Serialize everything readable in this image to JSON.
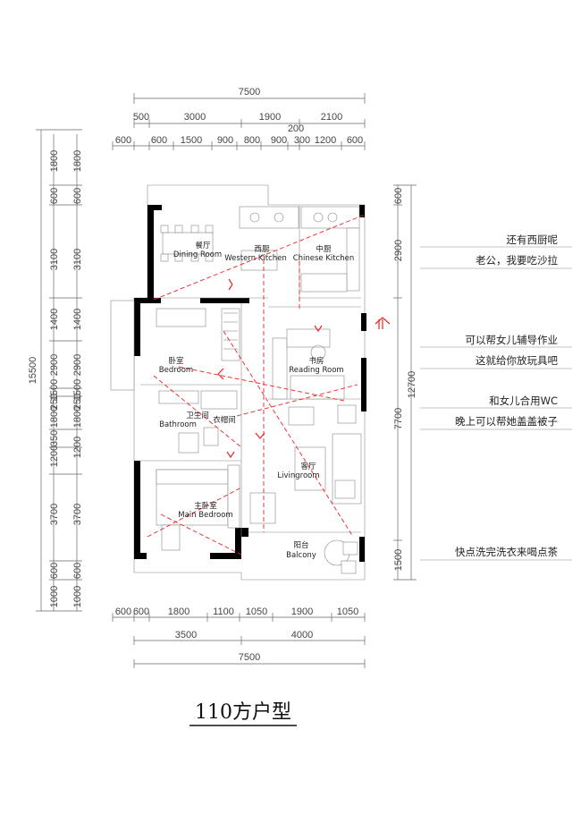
{
  "title": "110方户型",
  "dimensions": {
    "top_total": "7500",
    "top_mid": [
      "500",
      "3000",
      "1900",
      "2100"
    ],
    "top_mid_small": "200",
    "top_detail": [
      "600",
      "600",
      "1500",
      "900",
      "800",
      "900",
      "300",
      "1200",
      "600"
    ],
    "bottom_detail": [
      "600",
      "600",
      "1800",
      "1100",
      "1050",
      "1900",
      "1050"
    ],
    "bottom_mid": [
      "3500",
      "4000"
    ],
    "bottom_total": "7500",
    "left_total": "15500",
    "left_outer": [
      "1800",
      "600",
      "3100",
      "1400",
      "2900",
      "1500",
      "250",
      "1800",
      "350",
      "1200",
      "3700",
      "600",
      "1000"
    ],
    "left_inner": [
      "1800",
      "600",
      "3100",
      "1400",
      "2900",
      "1500",
      "250",
      "1800",
      "1200",
      "3700",
      "600",
      "1000"
    ],
    "right_inner": [
      "600",
      "2900",
      "7700",
      "1500"
    ],
    "right_outer": "12700"
  },
  "rooms": {
    "dining_cn": "餐厅",
    "dining_en": "Dining Room",
    "western_cn": "西厨",
    "western_en": "Western Kitchen",
    "chinese_cn": "中厨",
    "chinese_en": "Chinese Kitchen",
    "bedroom_cn": "卧室",
    "bedroom_en": "Bedroom",
    "reading_cn": "书房",
    "reading_en": "Reading Room",
    "bath_cn": "卫生间",
    "bath_en": "Bathroom",
    "closet_cn": "衣帽间",
    "living_cn": "客厅",
    "living_en": "Livingroom",
    "master_cn": "主卧室",
    "master_en": "Main Bedroom",
    "balcony_cn": "阳台",
    "balcony_en": "Balcony"
  },
  "notes": [
    {
      "line1": "还有西厨呢",
      "line2": "老公，我要吃沙拉"
    },
    {
      "line1": "可以帮女儿辅导作业",
      "line2": "这就给你放玩具吧"
    },
    {
      "line1": "和女儿合用WC",
      "line2": "晚上可以帮她盖盖被子"
    },
    {
      "line1": "快点洗完洗衣来喝点茶",
      "line2": ""
    }
  ],
  "colors": {
    "wall": "#000000",
    "guide": "#ee2222",
    "dimension": "#666666"
  }
}
